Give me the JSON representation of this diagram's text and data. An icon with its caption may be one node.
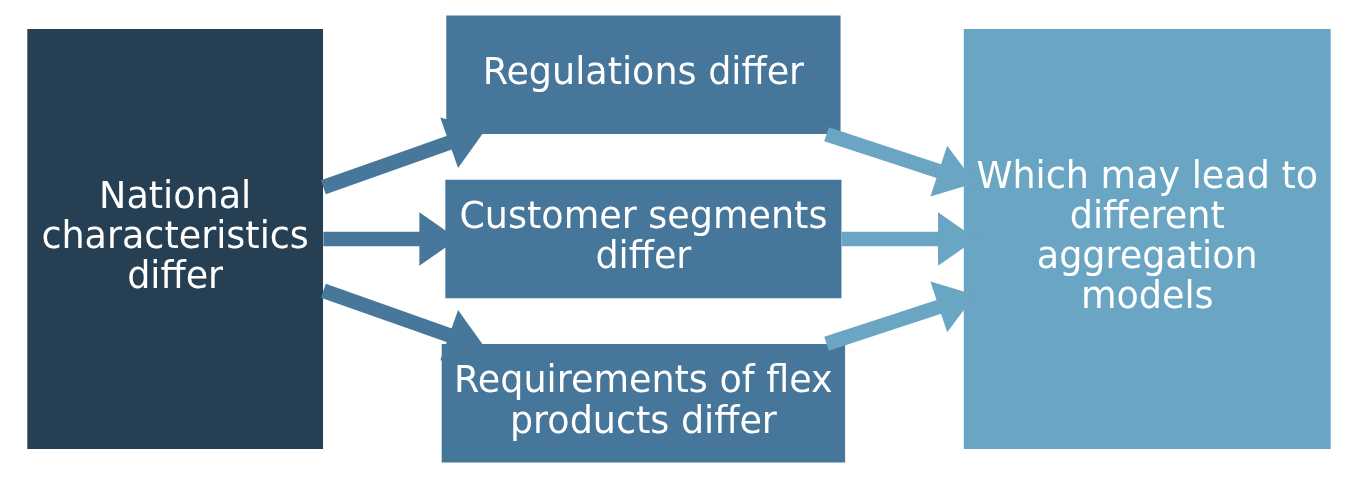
{
  "diagram": {
    "nodes": [
      {
        "text": [
          "National characteristics differ"
        ]
      },
      {
        "text": [
          "Regulations differ"
        ]
      },
      {
        "text": [
          "Customer segments differ"
        ]
      },
      {
        "text": [
          "Requirements of flex products differ"
        ]
      },
      {
        "text": [
          "Which may lead to different aggregation models"
        ]
      }
    ],
    "edges": [
      {
        "from": 0,
        "to": 1,
        "arrow": "to",
        "color": "#47779a"
      },
      {
        "from": 0,
        "to": 2,
        "arrow": "to",
        "color": "#47779a"
      },
      {
        "from": 0,
        "to": 3,
        "arrow": "to",
        "color": "#47779a"
      },
      {
        "from": 1,
        "to": 4,
        "arrow": "to",
        "color": "#6aa6c4"
      },
      {
        "from": 2,
        "to": 4,
        "arrow": "to",
        "color": "#6aa6c4"
      },
      {
        "from": 3,
        "to": 4,
        "arrow": "to",
        "color": "#6aa6c4"
      }
    ]
  }
}
